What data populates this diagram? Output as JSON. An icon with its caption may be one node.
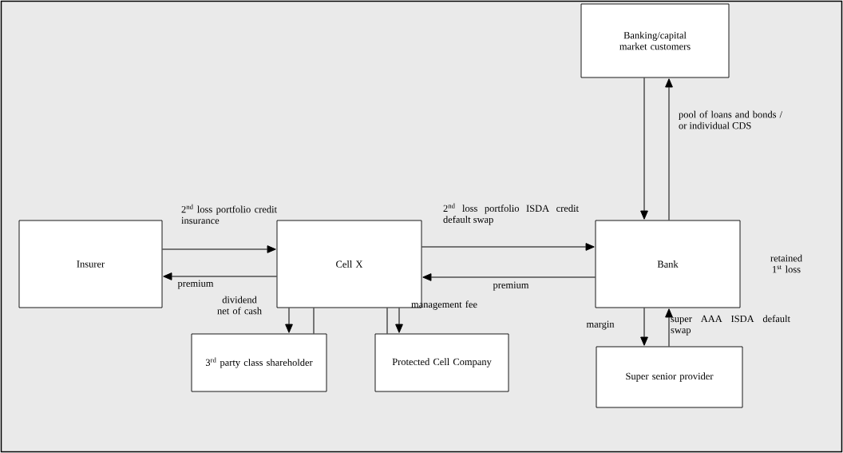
{
  "diagram": {
    "nodes": [
      {
        "text": [
          "Insurer"
        ]
      },
      {
        "text": [
          "Cell X"
        ]
      },
      {
        "text": [
          "Bank"
        ],
        "beside": [
          "retained 1$^{st}$ loss"
        ]
      },
      {
        "text": [
          "Banking/capital market customers"
        ]
      },
      {
        "text": [
          "3$^{rd}$ party class shareholder"
        ]
      },
      {
        "text": [
          "Protected Cell Company"
        ]
      },
      {
        "text": [
          "Super senior provider"
        ]
      }
    ],
    "edges": [
      {
        "from": 0,
        "to": 1,
        "arrow": "to",
        "label": "2$^{nd}$ loss portfolio credit insurance"
      },
      {
        "from": 1,
        "to": 0,
        "arrow": "to",
        "label": "premium"
      },
      {
        "from": 1,
        "to": 2,
        "arrow": "to",
        "label": "2$^{nd}$ loss portfolio ISDA credit default swap"
      },
      {
        "from": 2,
        "to": 1,
        "arrow": "to",
        "label": "premium"
      },
      {
        "from": 1,
        "to": 4,
        "arrow": "to",
        "label": "dividend net of cash"
      },
      {
        "from": 4,
        "to": 1,
        "arrow": "none"
      },
      {
        "from": 5,
        "to": 1,
        "arrow": "none"
      },
      {
        "from": 1,
        "to": 5,
        "arrow": "to",
        "label": "management fee"
      },
      {
        "from": 3,
        "to": 2,
        "arrow": "to"
      },
      {
        "from": 2,
        "to": 3,
        "arrow": "to",
        "label": "pool of loans and bonds / or individual CDS"
      },
      {
        "from": 2,
        "to": 6,
        "arrow": "to",
        "label": "margin"
      },
      {
        "from": 6,
        "to": 2,
        "arrow": "to",
        "label": "super AAA ISDA default swap"
      }
    ]
  }
}
